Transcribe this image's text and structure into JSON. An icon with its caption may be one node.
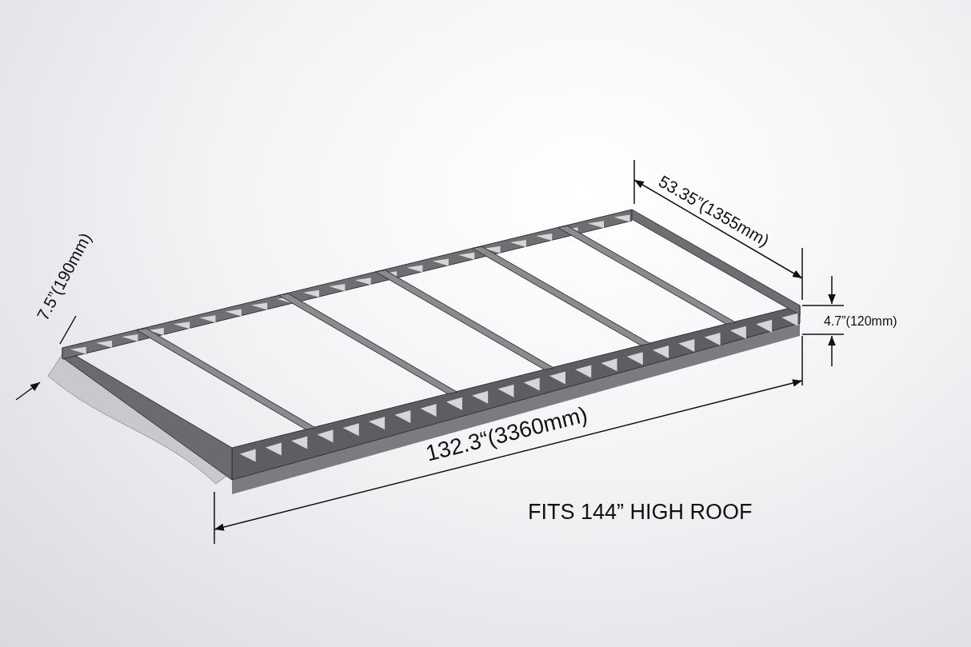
{
  "diagram": {
    "labels": [
      "53.35”(1355mm)",
      "4.7”(120mm)",
      "7.5”(190mm)",
      "132.3“(3360mm)",
      "FITS 144” HIGH ROOF"
    ]
  }
}
